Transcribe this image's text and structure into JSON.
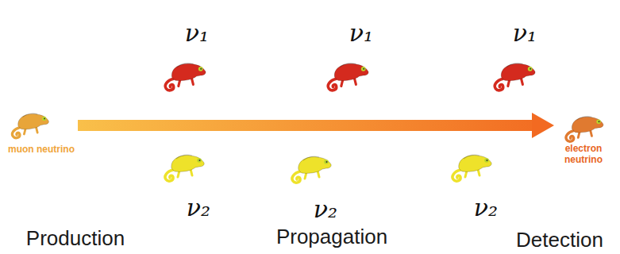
{
  "diagram": {
    "nodes": [
      {
        "text": [
          "muon neutrino"
        ]
      },
      {
        "text": [
          "electron neutrino"
        ]
      }
    ],
    "edges": [
      {
        "from": 0,
        "to": 1,
        "arrow": "to"
      }
    ],
    "labels": [
      "ν₁",
      "ν₁",
      "ν₁",
      "ν₂",
      "ν₂",
      "ν₂",
      "Production",
      "Propagation",
      "Detection"
    ]
  }
}
